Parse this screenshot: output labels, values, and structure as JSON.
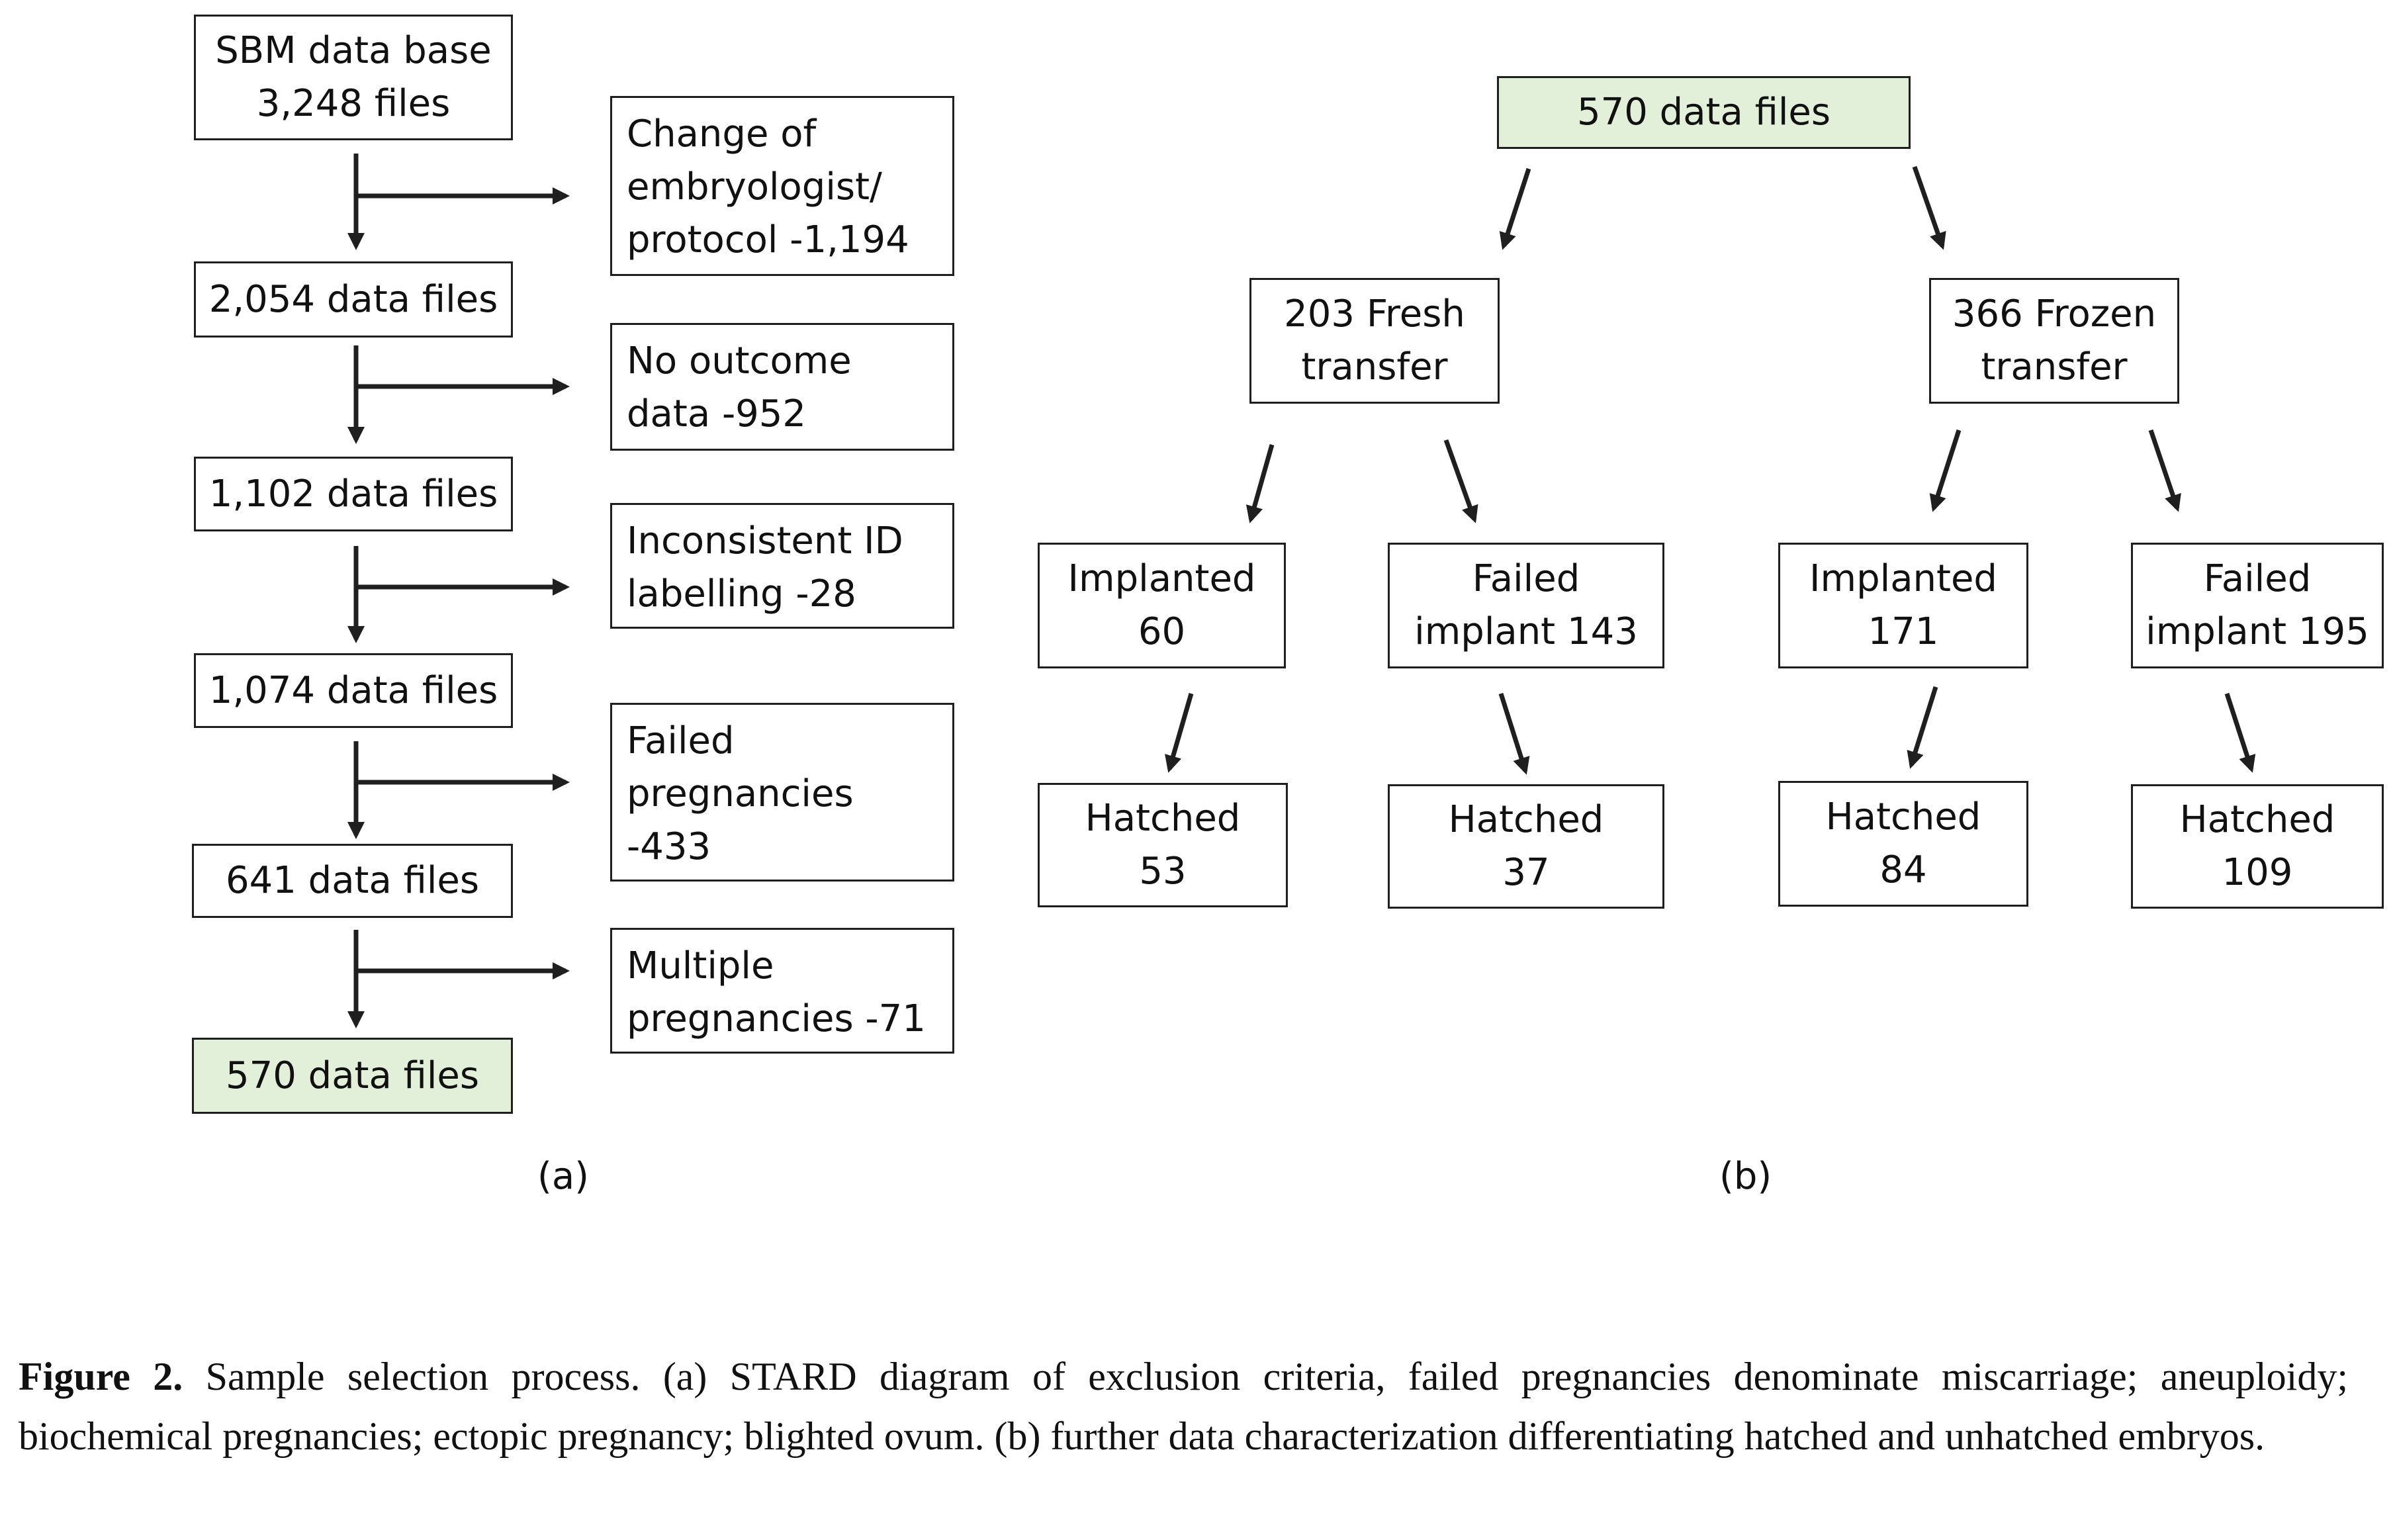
{
  "panel_a": {
    "chain": [
      "SBM data base\n3,248 files",
      "2,054 data files",
      "1,102 data files",
      "1,074 data files",
      "641 data files",
      "570 data files"
    ],
    "exclusions": [
      "Change of\nembryologist/\nprotocol -1,194",
      "No outcome\ndata -952",
      "Inconsistent ID\nlabelling -28",
      "Failed\npregnancies\n-433",
      "Multiple\npregnancies -71"
    ],
    "label": "(a)"
  },
  "panel_b": {
    "root": "570 data files",
    "fresh": "203 Fresh\ntransfer",
    "frozen": "366 Frozen\ntransfer",
    "fresh_implanted": "Implanted\n60",
    "fresh_failed": "Failed\nimplant 143",
    "frozen_implanted": "Implanted\n171",
    "frozen_failed": "Failed\nimplant 195",
    "fresh_implanted_hatched": "Hatched\n53",
    "fresh_failed_hatched": "Hatched\n37",
    "frozen_implanted_hatched": "Hatched\n84",
    "frozen_failed_hatched": "Hatched\n109",
    "label": "(b)"
  },
  "caption": {
    "label": "Figure 2.",
    "text": "Sample selection process. (a) STARD diagram of exclusion criteria, failed pregnancies denominate miscarriage; aneuploidy; biochemical pregnancies; ectopic pregnancy; blighted ovum. (b) further data characterization differentiating hatched and unhatched embryos."
  },
  "colors": {
    "highlight_box": "#e2efd9",
    "border": "#1f1f1f"
  }
}
